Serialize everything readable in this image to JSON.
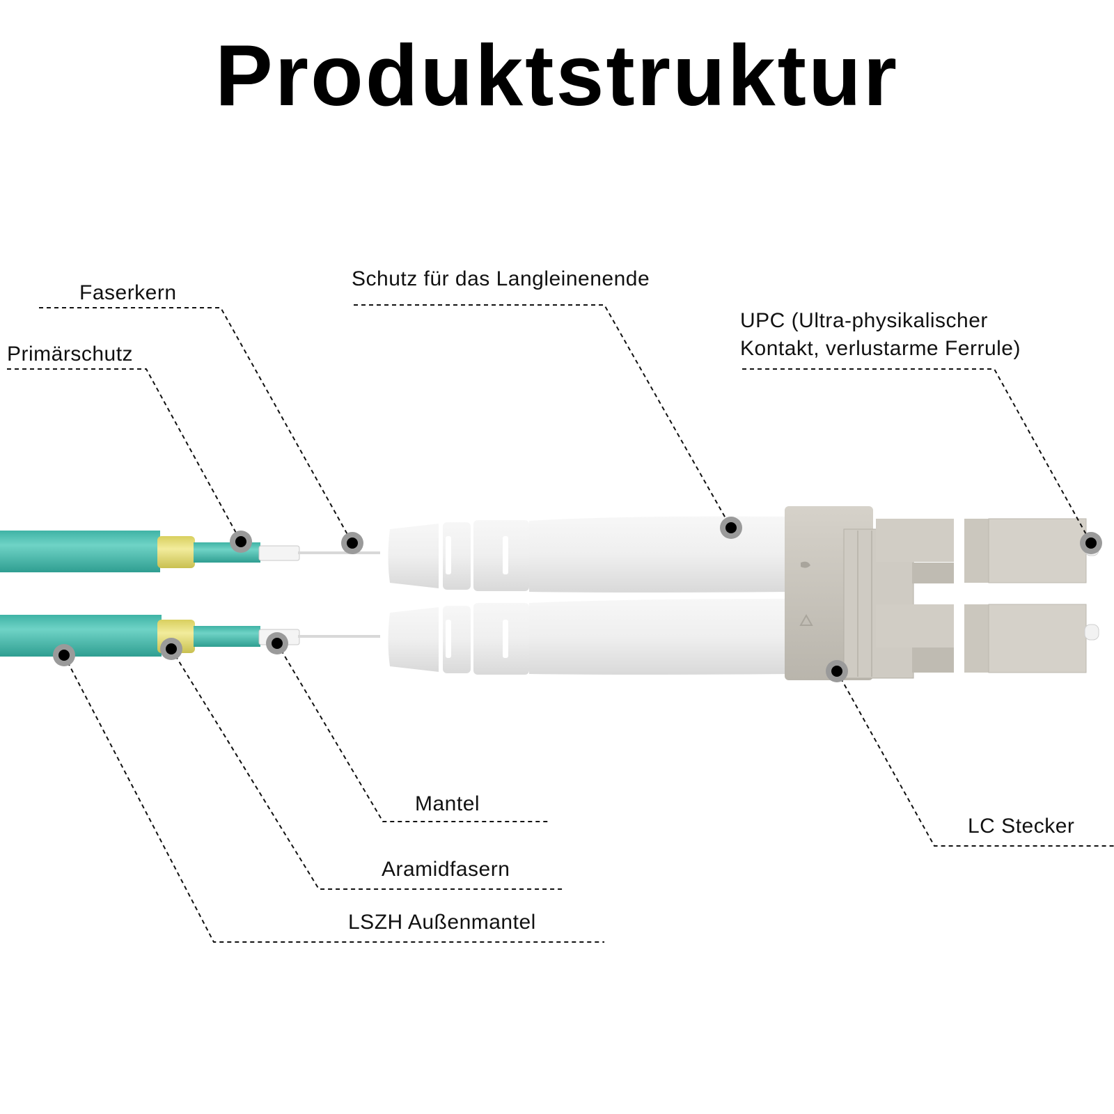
{
  "title": "Produktstruktur",
  "labels": {
    "fiber_core": "Faserkern",
    "primary_coating": "Primärschutz",
    "boot": "Schutz für das Langleinenende",
    "upc_line1": "UPC (Ultra-physikalischer",
    "upc_line2": "Kontakt, verlustarme Ferrule)",
    "cladding": "Mantel",
    "aramid": "Aramidfasern",
    "jacket": "LSZH Außenmantel",
    "connector": "LC Stecker"
  },
  "colors": {
    "jacket": "#4fc2b4",
    "aramid": "#e9e27e",
    "boot": "#ececec",
    "connector": "#c9c5bc",
    "label_text": "#111111"
  }
}
